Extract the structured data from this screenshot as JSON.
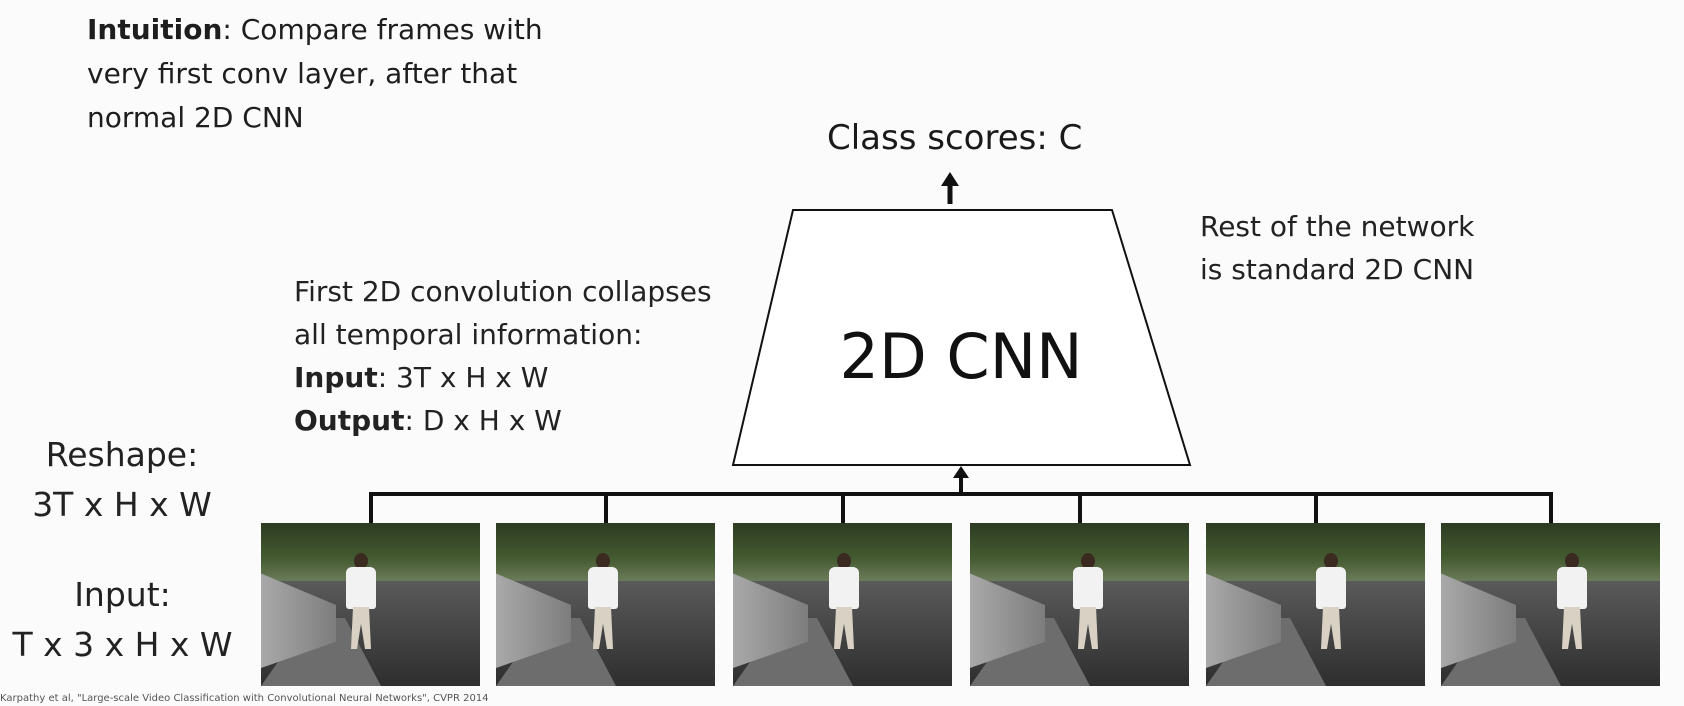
{
  "intuition": {
    "bold": "Intuition",
    "line1_rest": ": Compare frames with",
    "line2": "very first conv layer, after that",
    "line3": "normal 2D CNN"
  },
  "class_scores": "Class scores: C",
  "cnn_label": "2D CNN",
  "rest_note": {
    "line1": "Rest of the network",
    "line2": "is standard 2D CNN"
  },
  "first_conv": {
    "line1": "First 2D convolution collapses",
    "line2": "all temporal information:",
    "input_bold": "Input",
    "input_rest": ": 3T x H x W",
    "output_bold": "Output",
    "output_rest": ": D x H x W"
  },
  "reshape": {
    "line1": "Reshape:",
    "line2": "3T x H x W"
  },
  "input_label": {
    "line1": "Input:",
    "line2": "T x 3 x H x W"
  },
  "citation": "Karpathy et al, \"Large-scale Video Classification with Convolutional Neural Networks\", CVPR 2014",
  "frames": [
    {
      "runner_x": 0.39
    },
    {
      "runner_x": 0.42
    },
    {
      "runner_x": 0.44
    },
    {
      "runner_x": 0.47
    },
    {
      "runner_x": 0.5
    },
    {
      "runner_x": 0.53
    }
  ]
}
